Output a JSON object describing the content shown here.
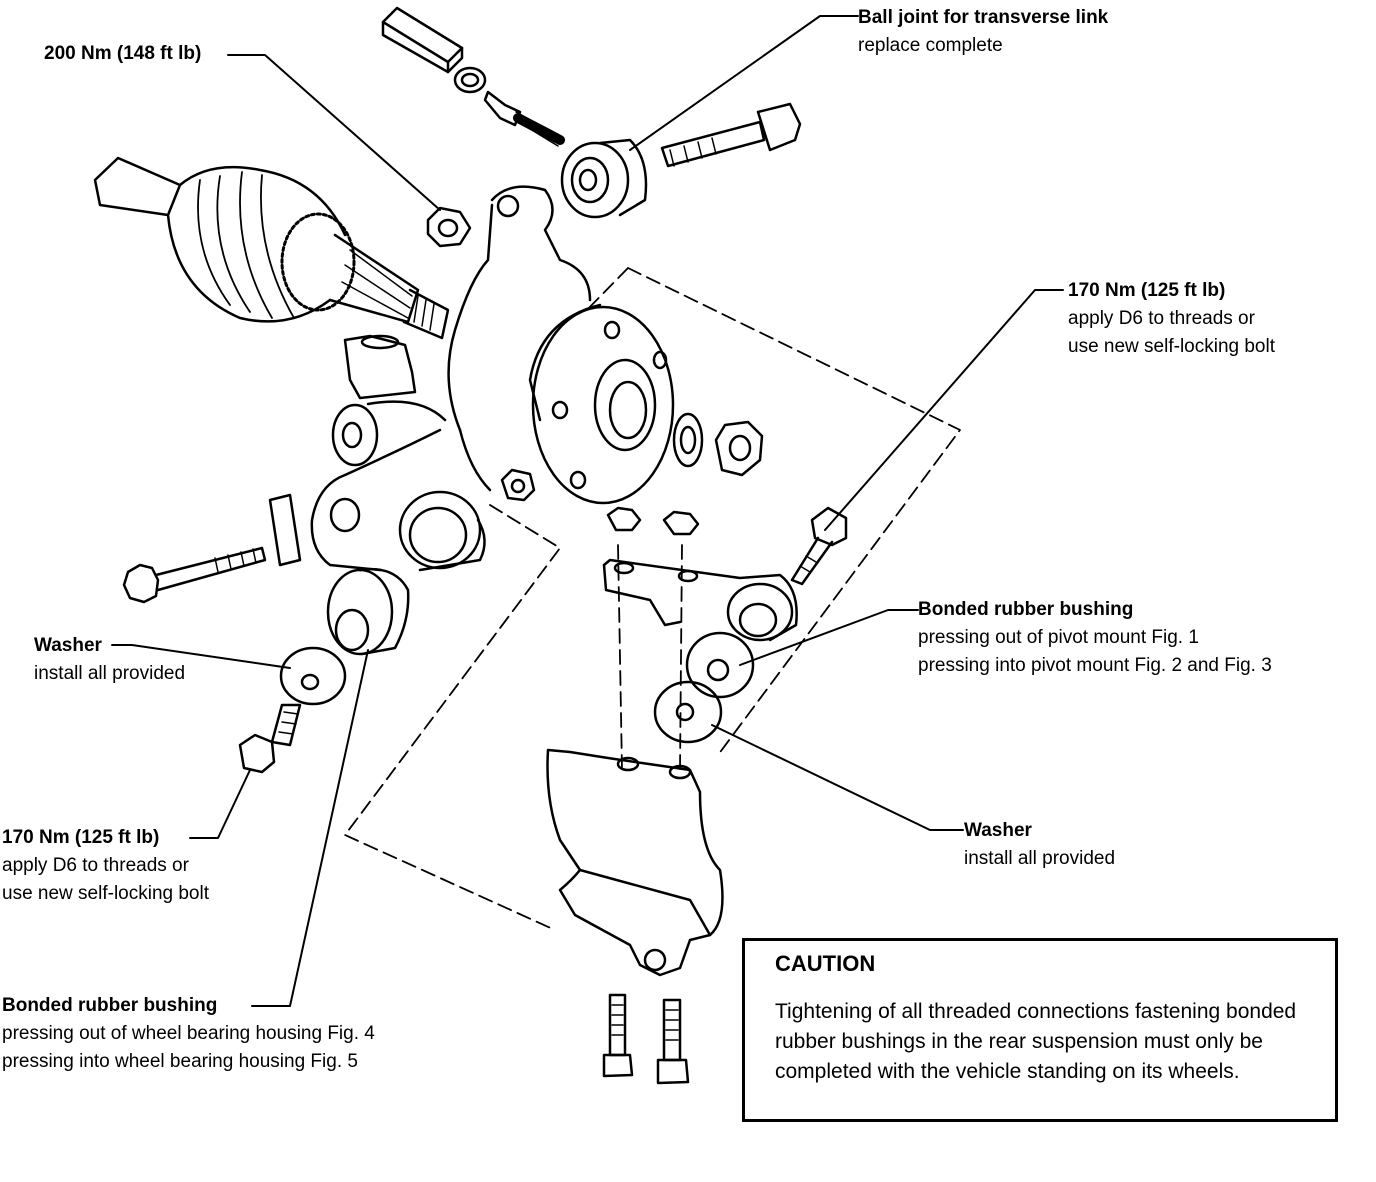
{
  "labels": {
    "torque_200": {
      "line1": "200 Nm (148 ft lb)"
    },
    "ball_joint": {
      "line1": "Ball joint for transverse link",
      "line2": "replace complete"
    },
    "torque_170_right": {
      "line1": "170 Nm (125 ft lb)",
      "line2": "apply D6 to threads or",
      "line3": "use new self-locking bolt"
    },
    "bushing_pivot": {
      "line1": "Bonded rubber bushing",
      "line2": "pressing out of pivot mount Fig. 1",
      "line3": "pressing into pivot mount Fig. 2 and Fig. 3"
    },
    "washer_left": {
      "line1": "Washer",
      "line2": "install all provided"
    },
    "washer_right": {
      "line1": "Washer",
      "line2": "install all provided"
    },
    "torque_170_left": {
      "line1": "170 Nm (125 ft lb)",
      "line2": "apply D6 to threads or",
      "line3": "use new self-locking bolt"
    },
    "bushing_housing": {
      "line1": "Bonded rubber bushing",
      "line2": "pressing out of wheel bearing housing Fig. 4",
      "line3": "pressing into wheel bearing housing Fig. 5"
    }
  },
  "caution": {
    "title": "CAUTION",
    "text": "Tightening of all threaded connections fastening bonded rubber bushings in the rear suspension must only be completed with the vehicle standing on its wheels."
  }
}
